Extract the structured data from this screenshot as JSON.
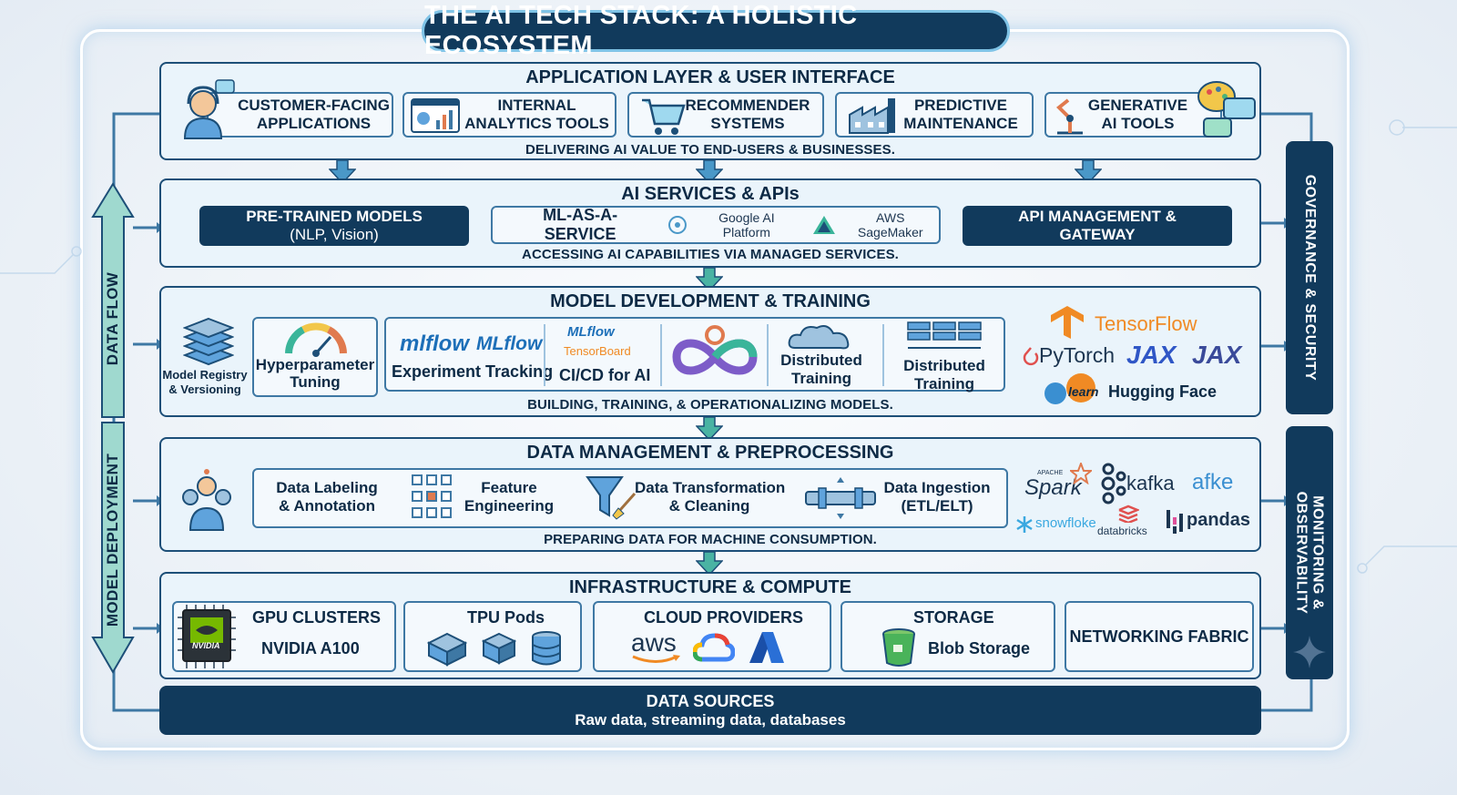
{
  "title": "THE AI TECH STACK: A HOLISTIC ECOSYSTEM",
  "colors": {
    "navy": "#113a5c",
    "accent": "#3e78a4",
    "teal": "#9fd9cf",
    "panel": "#eaf4fb"
  },
  "side": {
    "data_flow": "DATA FLOW",
    "model_deployment": "MODEL DEPLOYMENT",
    "governance": "GOVERNANCE & SECURITY",
    "monitoring_line1": "MONITORING &",
    "monitoring_line2": "OBSERVABILITY"
  },
  "app_layer": {
    "title": "APPLICATION LAYER & USER INTERFACE",
    "footer": "DELIVERING AI VALUE TO END-USERS & BUSINESSES.",
    "cards": [
      {
        "line1": "CUSTOMER-FACING",
        "line2": "APPLICATIONS",
        "icon": "support-agent-icon"
      },
      {
        "line1": "INTERNAL",
        "line2": "ANALYTICS TOOLS",
        "icon": "analytics-dashboard-icon"
      },
      {
        "line1": "RECOMMENDER",
        "line2": "SYSTEMS",
        "icon": "shopping-cart-icon"
      },
      {
        "line1": "PREDICTIVE",
        "line2": "MAINTENANCE",
        "icon": "factory-icon"
      },
      {
        "line1": "GENERATIVE",
        "line2": "AI TOOLS",
        "icon": "palette-chat-icon"
      }
    ]
  },
  "services_layer": {
    "title": "AI SERVICES & APIs",
    "footer": "ACCESSING AI CAPABILITIES VIA MANAGED SERVICES.",
    "pretrained_line1": "PRE-TRAINED MODELS",
    "pretrained_line2": "(NLP, Vision)",
    "mlaas": "ML-AS-A-SERVICE",
    "google": "Google AI Platform",
    "aws": "AWS SageMaker",
    "api_line1": "API MANAGEMENT &",
    "api_line2": "GATEWAY"
  },
  "model_layer": {
    "title": "MODEL DEVELOPMENT & TRAINING",
    "footer": "BUILDING, TRAINING, & OPERATIONALIZING MODELS.",
    "registry_line1": "Model Registry",
    "registry_line2": "& Versioning",
    "hyper_line1": "Hyperparameter",
    "hyper_line2": "Tuning",
    "mlflow_a": "mlflow",
    "mlflow_b": "MLflow",
    "experiment": "Experiment Tracking",
    "mlflow_small": "MLflow",
    "tensorboard": "TensorBoard",
    "cicd": "CI/CD for AI",
    "dist1_line1": "Distributed",
    "dist1_line2": "Training",
    "dist2_line1": "Distributed",
    "dist2_line2": "Training",
    "logos": {
      "tensorflow": "TensorFlow",
      "pytorch": "PyTorch",
      "jax1": "JAX",
      "jax2": "JAX",
      "sklearn": "learn",
      "huggingface": "Hugging Face"
    }
  },
  "data_layer": {
    "title": "DATA MANAGEMENT & PREPROCESSING",
    "footer": "PREPARING DATA FOR MACHINE CONSUMPTION.",
    "labeling_line1": "Data Labeling",
    "labeling_line2": "& Annotation",
    "feature_line1": "Feature",
    "feature_line2": "Engineering",
    "transform_line1": "Data Transformation",
    "transform_line2": "& Cleaning",
    "ingest_line1": "Data Ingestion",
    "ingest_line2": "(ETL/ELT)",
    "logos": {
      "spark_small": "APACHE",
      "spark": "Spark",
      "kafka": "kafka",
      "afke": "afke",
      "snowflake": "snowfloke",
      "databricks": "databricks",
      "pandas": "pandas"
    }
  },
  "infra_layer": {
    "title": "INFRASTRUCTURE & COMPUTE",
    "gpu_title": "GPU CLUSTERS",
    "gpu_sub": "NVIDIA A100",
    "nvidia": "NVIDIA",
    "tpu_title": "TPU Pods",
    "cloud_title": "CLOUD PROVIDERS",
    "aws": "aws",
    "storage_title": "STORAGE",
    "storage_sub": "Blob Storage",
    "networking": "NETWORKING FABRIC"
  },
  "data_sources": {
    "title": "DATA SOURCES",
    "sub": "Raw data, streaming data, databases"
  }
}
